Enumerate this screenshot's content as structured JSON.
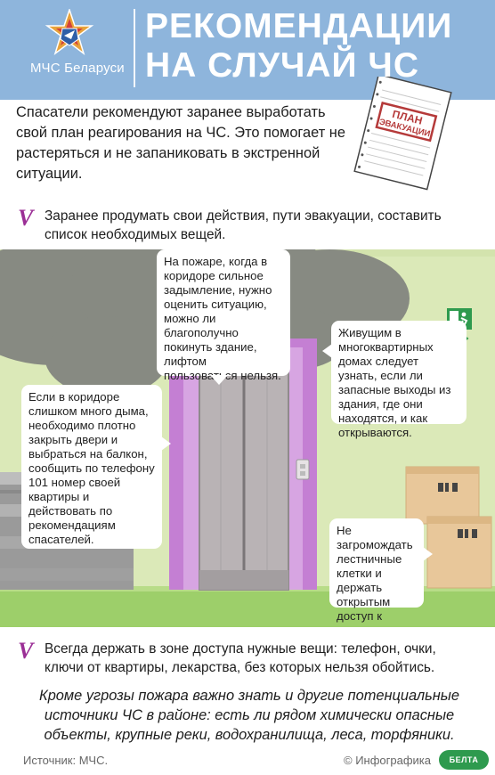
{
  "header": {
    "org": "МЧС Беларуси",
    "title_line1": "РЕКОМЕНДАЦИИ",
    "title_line2": "НА СЛУЧАЙ ЧС"
  },
  "plan_stamp": {
    "line1": "ПЛАН",
    "line2": "ЭВАКУАЦИИ"
  },
  "intro": "Спасатели рекомендуют заранее выработать свой план реагирования на ЧС. Это помогает не растеряться и не запаниковать в экстренной ситуации.",
  "tips": [
    {
      "mark": "V",
      "text": "Заранее продумать свои действия, пути эвакуации, составить список необходимых вещей."
    },
    {
      "mark": "V",
      "text": "Всегда держать в зоне доступа нужные вещи: телефон, очки, ключи от квартиры, лекарства, без которых нельзя обойтись."
    }
  ],
  "bubbles": [
    {
      "text": "На пожаре, когда в коридоре сильное задымление, нужно оценить ситуацию, можно ли благополучно покинуть здание, лифтом пользоваться нельзя."
    },
    {
      "text": "Живущим в многоквартирных домах следует узнать, если ли запасные выходы из здания, где они находятся, и как открываются."
    },
    {
      "text": "Если в коридоре слишком много дыма, необходимо плотно закрыть двери и выбраться на балкон, сообщить по телефону 101 номер своей квартиры и действовать по рекомендациям спасателей."
    },
    {
      "text": "Не загромождать лестничные клетки и держать открытым доступ к пожарным лестницам."
    }
  ],
  "outro": "Кроме угрозы пожара важно знать и другие потенциальные источники ЧС в районе: есть ли рядом химически опасные объекты, крупные реки, водохранилища, леса, торфяники.",
  "footer": {
    "source": "Источник: МЧС.",
    "credit": "© Инфографика",
    "brand": "БЕЛТА"
  },
  "colors": {
    "header_bg": "#8eb5dc",
    "accent_purple": "#c47fd3",
    "check_mark": "#9b2f96",
    "wall": "#dbe9b8",
    "smoke": "#878a82",
    "stamp_red": "#b53a3a",
    "exit_green": "#2e9a4e"
  },
  "icons": {
    "emblem": "mchs-star-emblem-icon",
    "exit": "emergency-exit-icon",
    "box_symbols": "fragile-glass-icon"
  }
}
